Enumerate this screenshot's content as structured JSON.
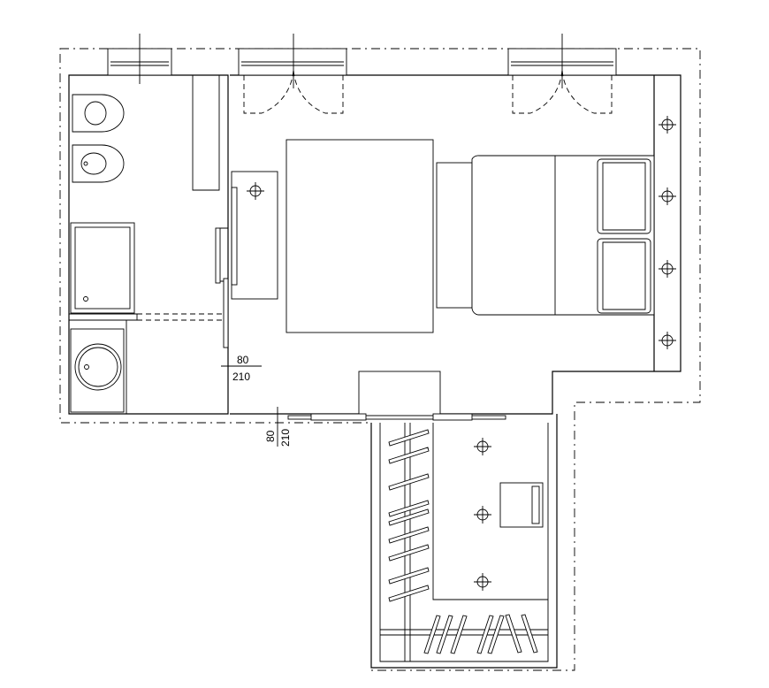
{
  "dimensions": {
    "bathroom_door": {
      "width": "80",
      "height": "210"
    },
    "closet_door": {
      "width": "80",
      "height": "210"
    }
  },
  "symbols": {
    "light": "light-fixture-icon",
    "window": "window-icon",
    "door_swing": "door-swing-icon"
  }
}
